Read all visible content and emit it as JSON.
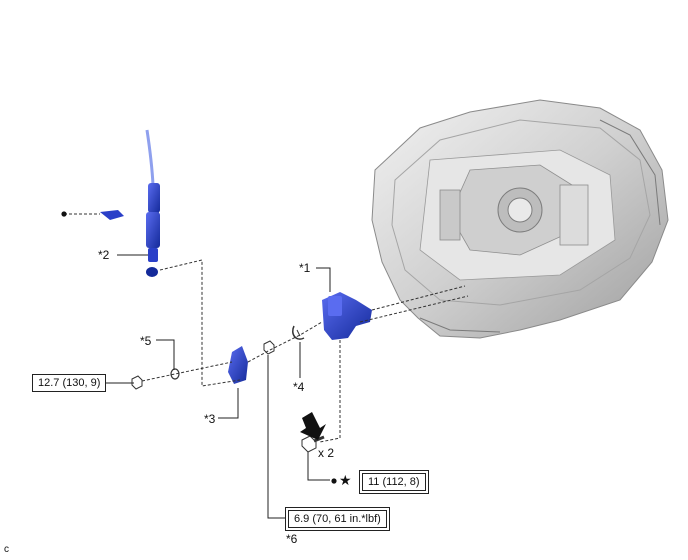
{
  "callouts": {
    "c1": "*1",
    "c2": "*2",
    "c3": "*3",
    "c4": "*4",
    "c5": "*5",
    "c6": "*6"
  },
  "torques": {
    "t_127": "12.7 (130, 9)",
    "t_11": "11 (112, 8)",
    "t_69": "6.9 (70, 61 in.*lbf)"
  },
  "quantity": "x 2",
  "star_symbol": "★",
  "corner_letter": "c",
  "colors": {
    "part_blue": "#2a3fc8",
    "part_blue_dark": "#142a9a",
    "transmission_gray": "#d7d7d7",
    "line": "#333333"
  },
  "icons": {
    "bullet": "filled-circle",
    "star": "star",
    "arrow": "bold-down-arrow"
  }
}
